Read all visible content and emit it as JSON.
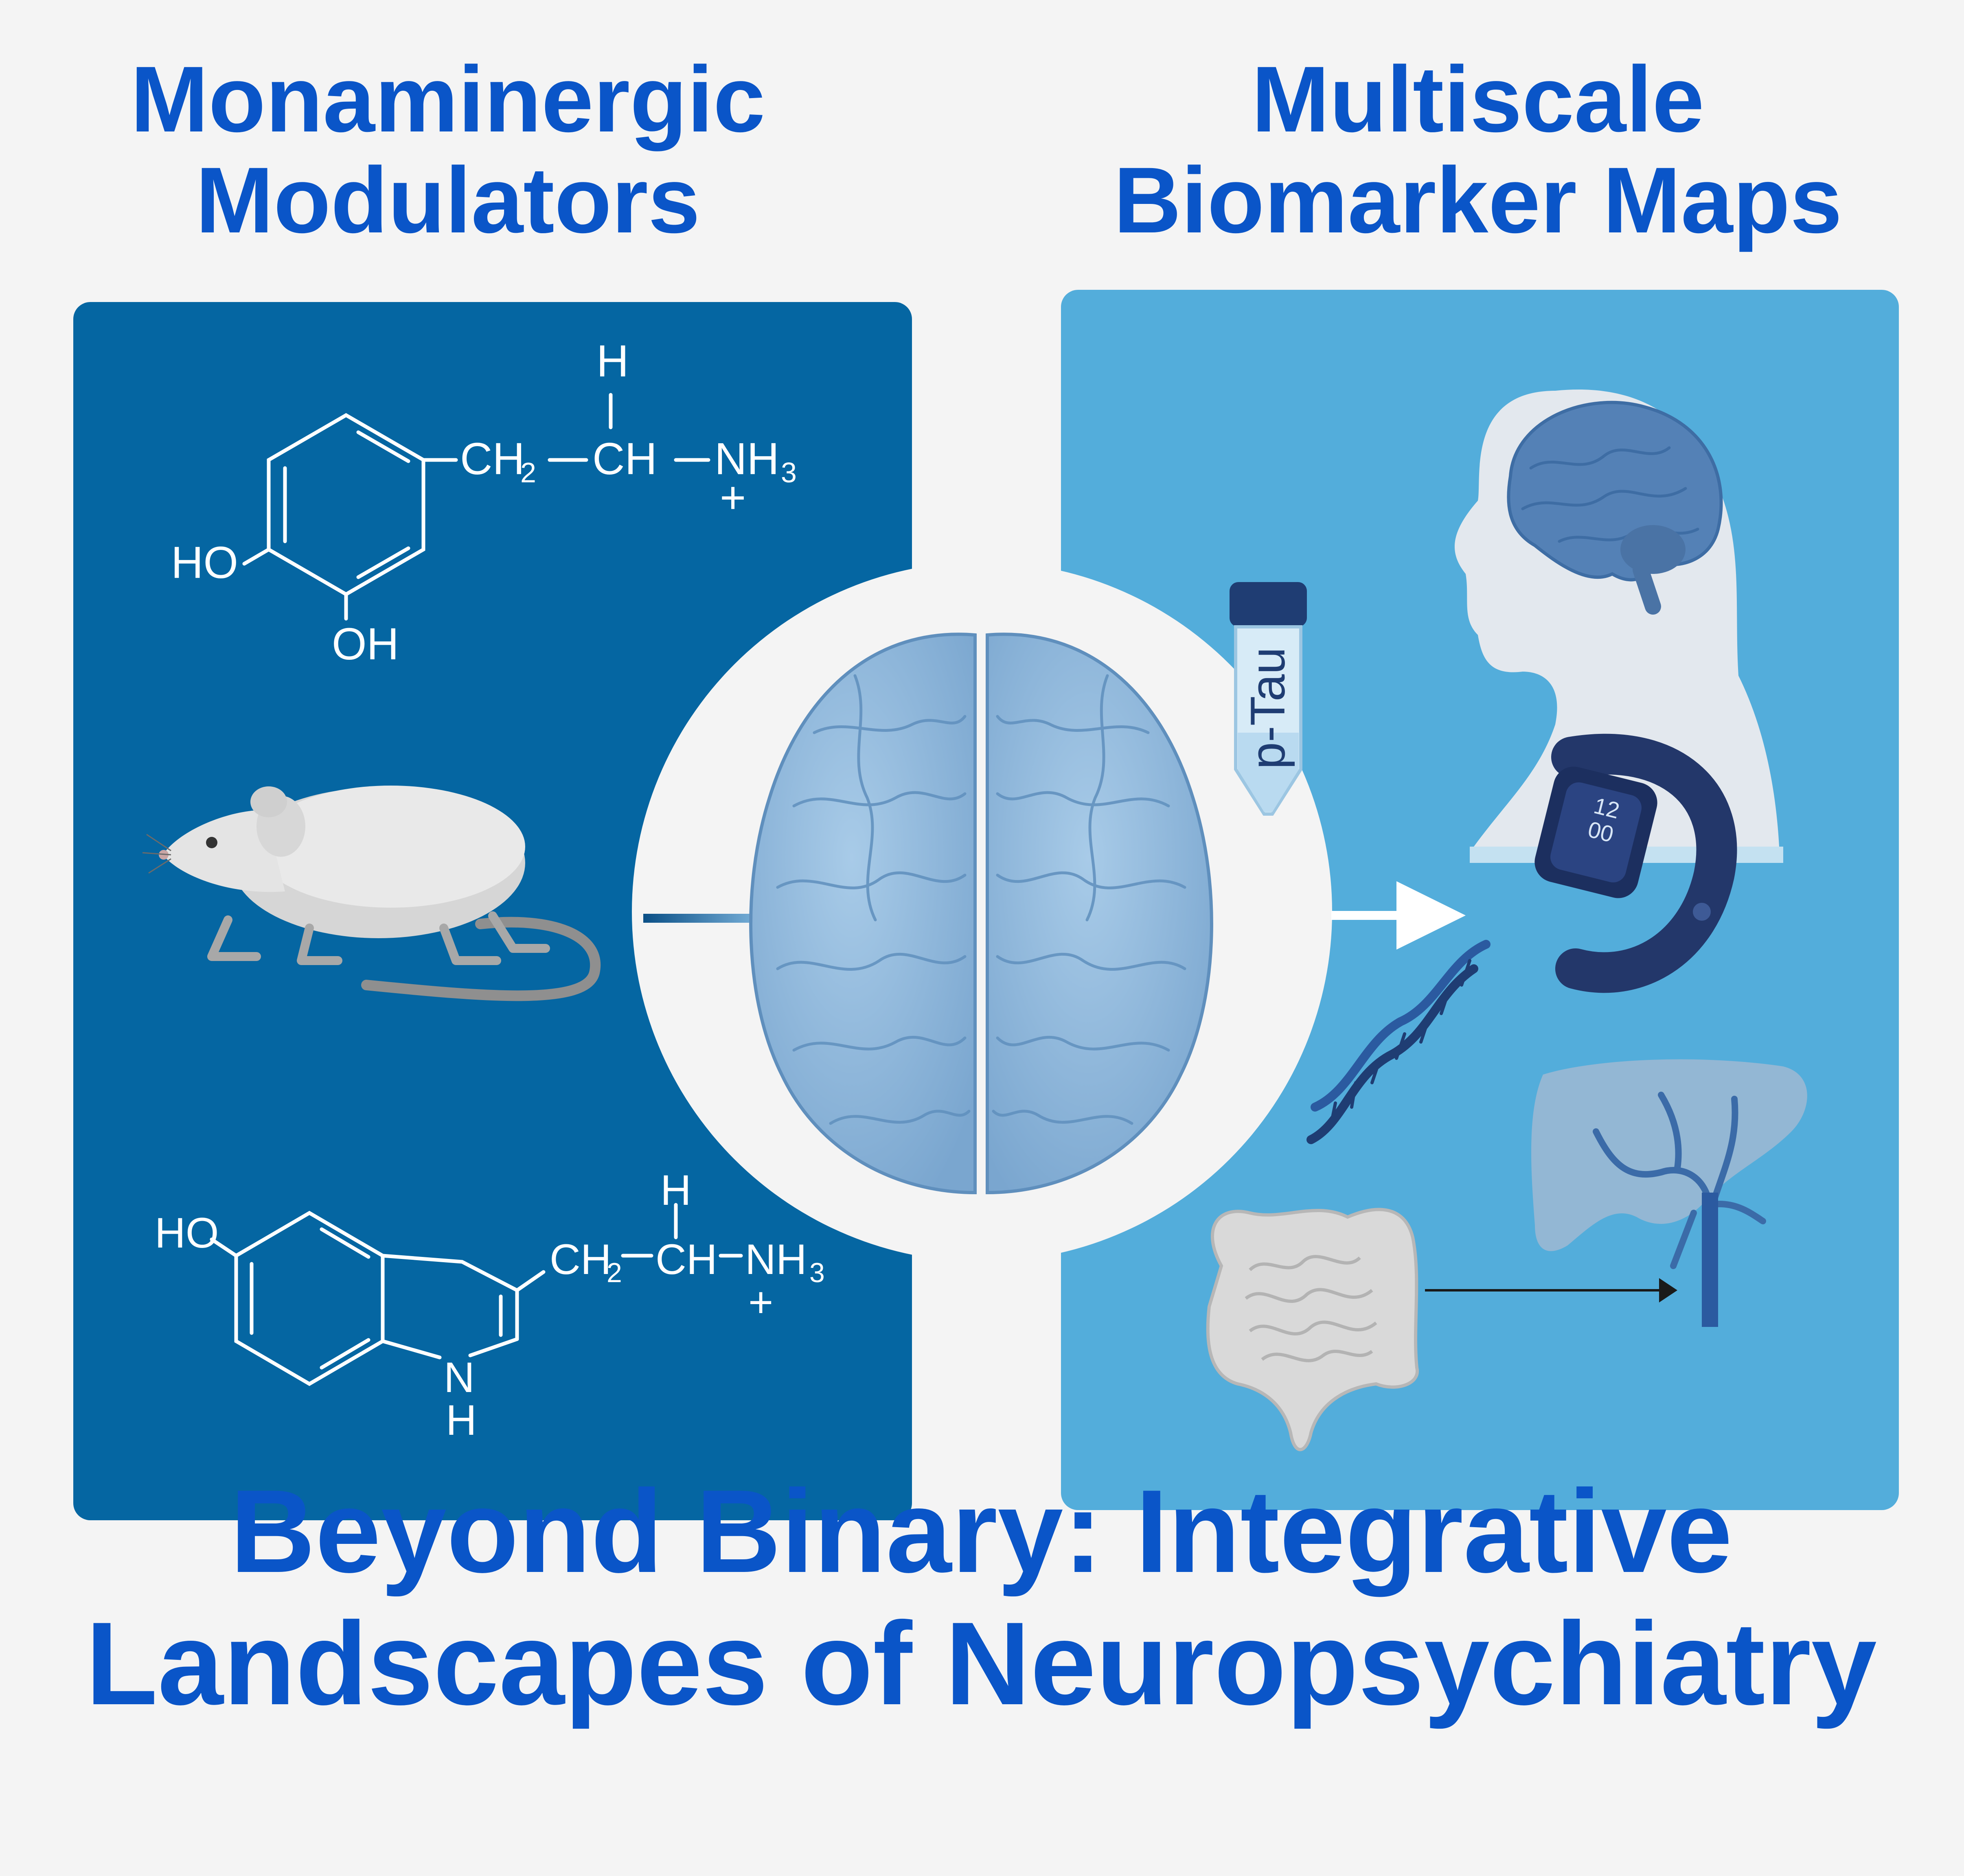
{
  "left_heading": [
    "Monaminergic",
    "Modulators"
  ],
  "right_heading": [
    "Multiscale",
    "Biomarker Maps"
  ],
  "footer_title": [
    "Beyond Binary: Integrative",
    "Landscapes of Neuropsychiatry"
  ],
  "dopamine": {
    "chain": [
      "CH",
      "2",
      "CH",
      "NH",
      "3"
    ],
    "top_h": "H",
    "charge": "+",
    "ho": "HO",
    "oh": "OH"
  },
  "serotonin": {
    "ho": "HO",
    "chain": [
      "CH",
      "2",
      "CH",
      "NH",
      "3"
    ],
    "top_h": "H",
    "charge": "+",
    "nh": [
      "N",
      "H"
    ]
  },
  "tube_label": "p-Tau",
  "watch_time": [
    "12",
    "00"
  ],
  "colors": {
    "title": "#0a55c8",
    "left_panel": "#0566a2",
    "right_panel": "#53addb",
    "background": "#f4f4f4",
    "brain": "#8ab5d9",
    "dark_blue": "#1f3d73"
  }
}
